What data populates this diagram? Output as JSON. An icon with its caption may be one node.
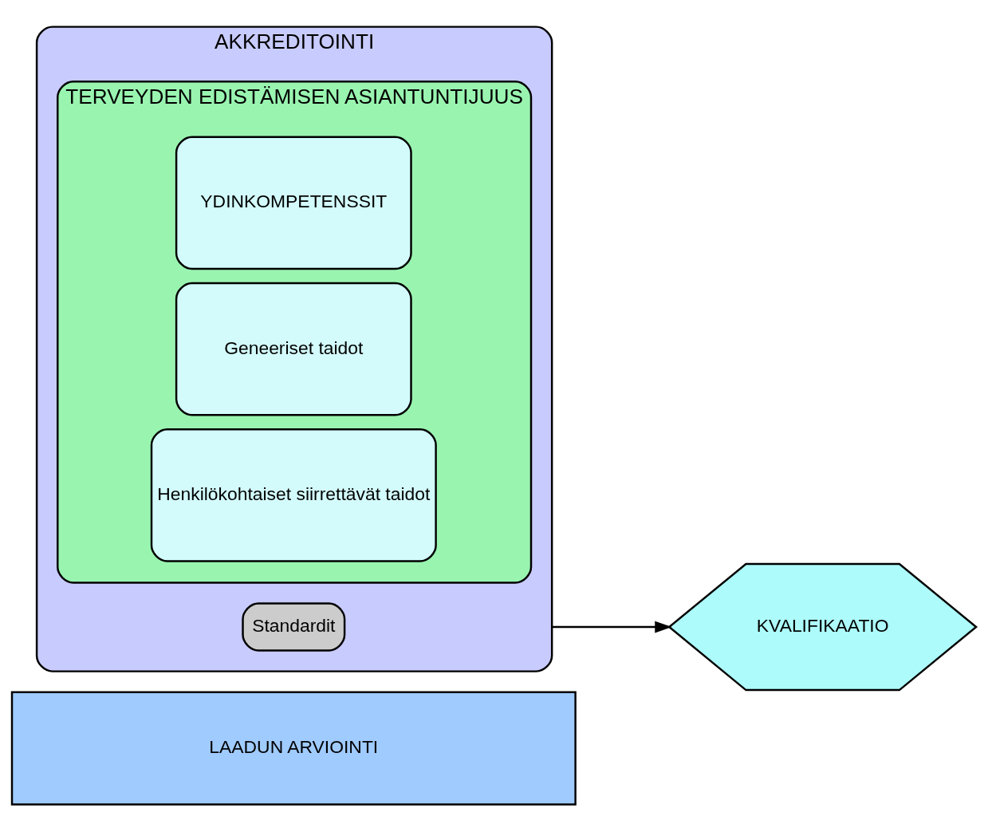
{
  "diagram": {
    "nodes": [
      {
        "text": [
          "LAADUN ARVIOINTI"
        ]
      },
      {
        "text": [
          "AKKREDITOINTI"
        ]
      },
      {
        "text": [
          "Standardit"
        ],
        "in": 1
      },
      {
        "text": [
          "TERVEYDEN EDISTÄMISEN ASIANTUNTIJUUS"
        ],
        "in": 1
      },
      {
        "text": [
          "YDINKOMPETENSSIT"
        ],
        "in": 3
      },
      {
        "text": [
          "Geneeriset taidot"
        ],
        "in": 3
      },
      {
        "text": [
          "Henkilökohtaiset siirrettävät taidot"
        ],
        "in": 3
      },
      {
        "text": [
          "KVALIFIKAATIO"
        ]
      }
    ],
    "edges": [
      {
        "from": 1,
        "to": 7,
        "arrow": "to"
      }
    ]
  }
}
